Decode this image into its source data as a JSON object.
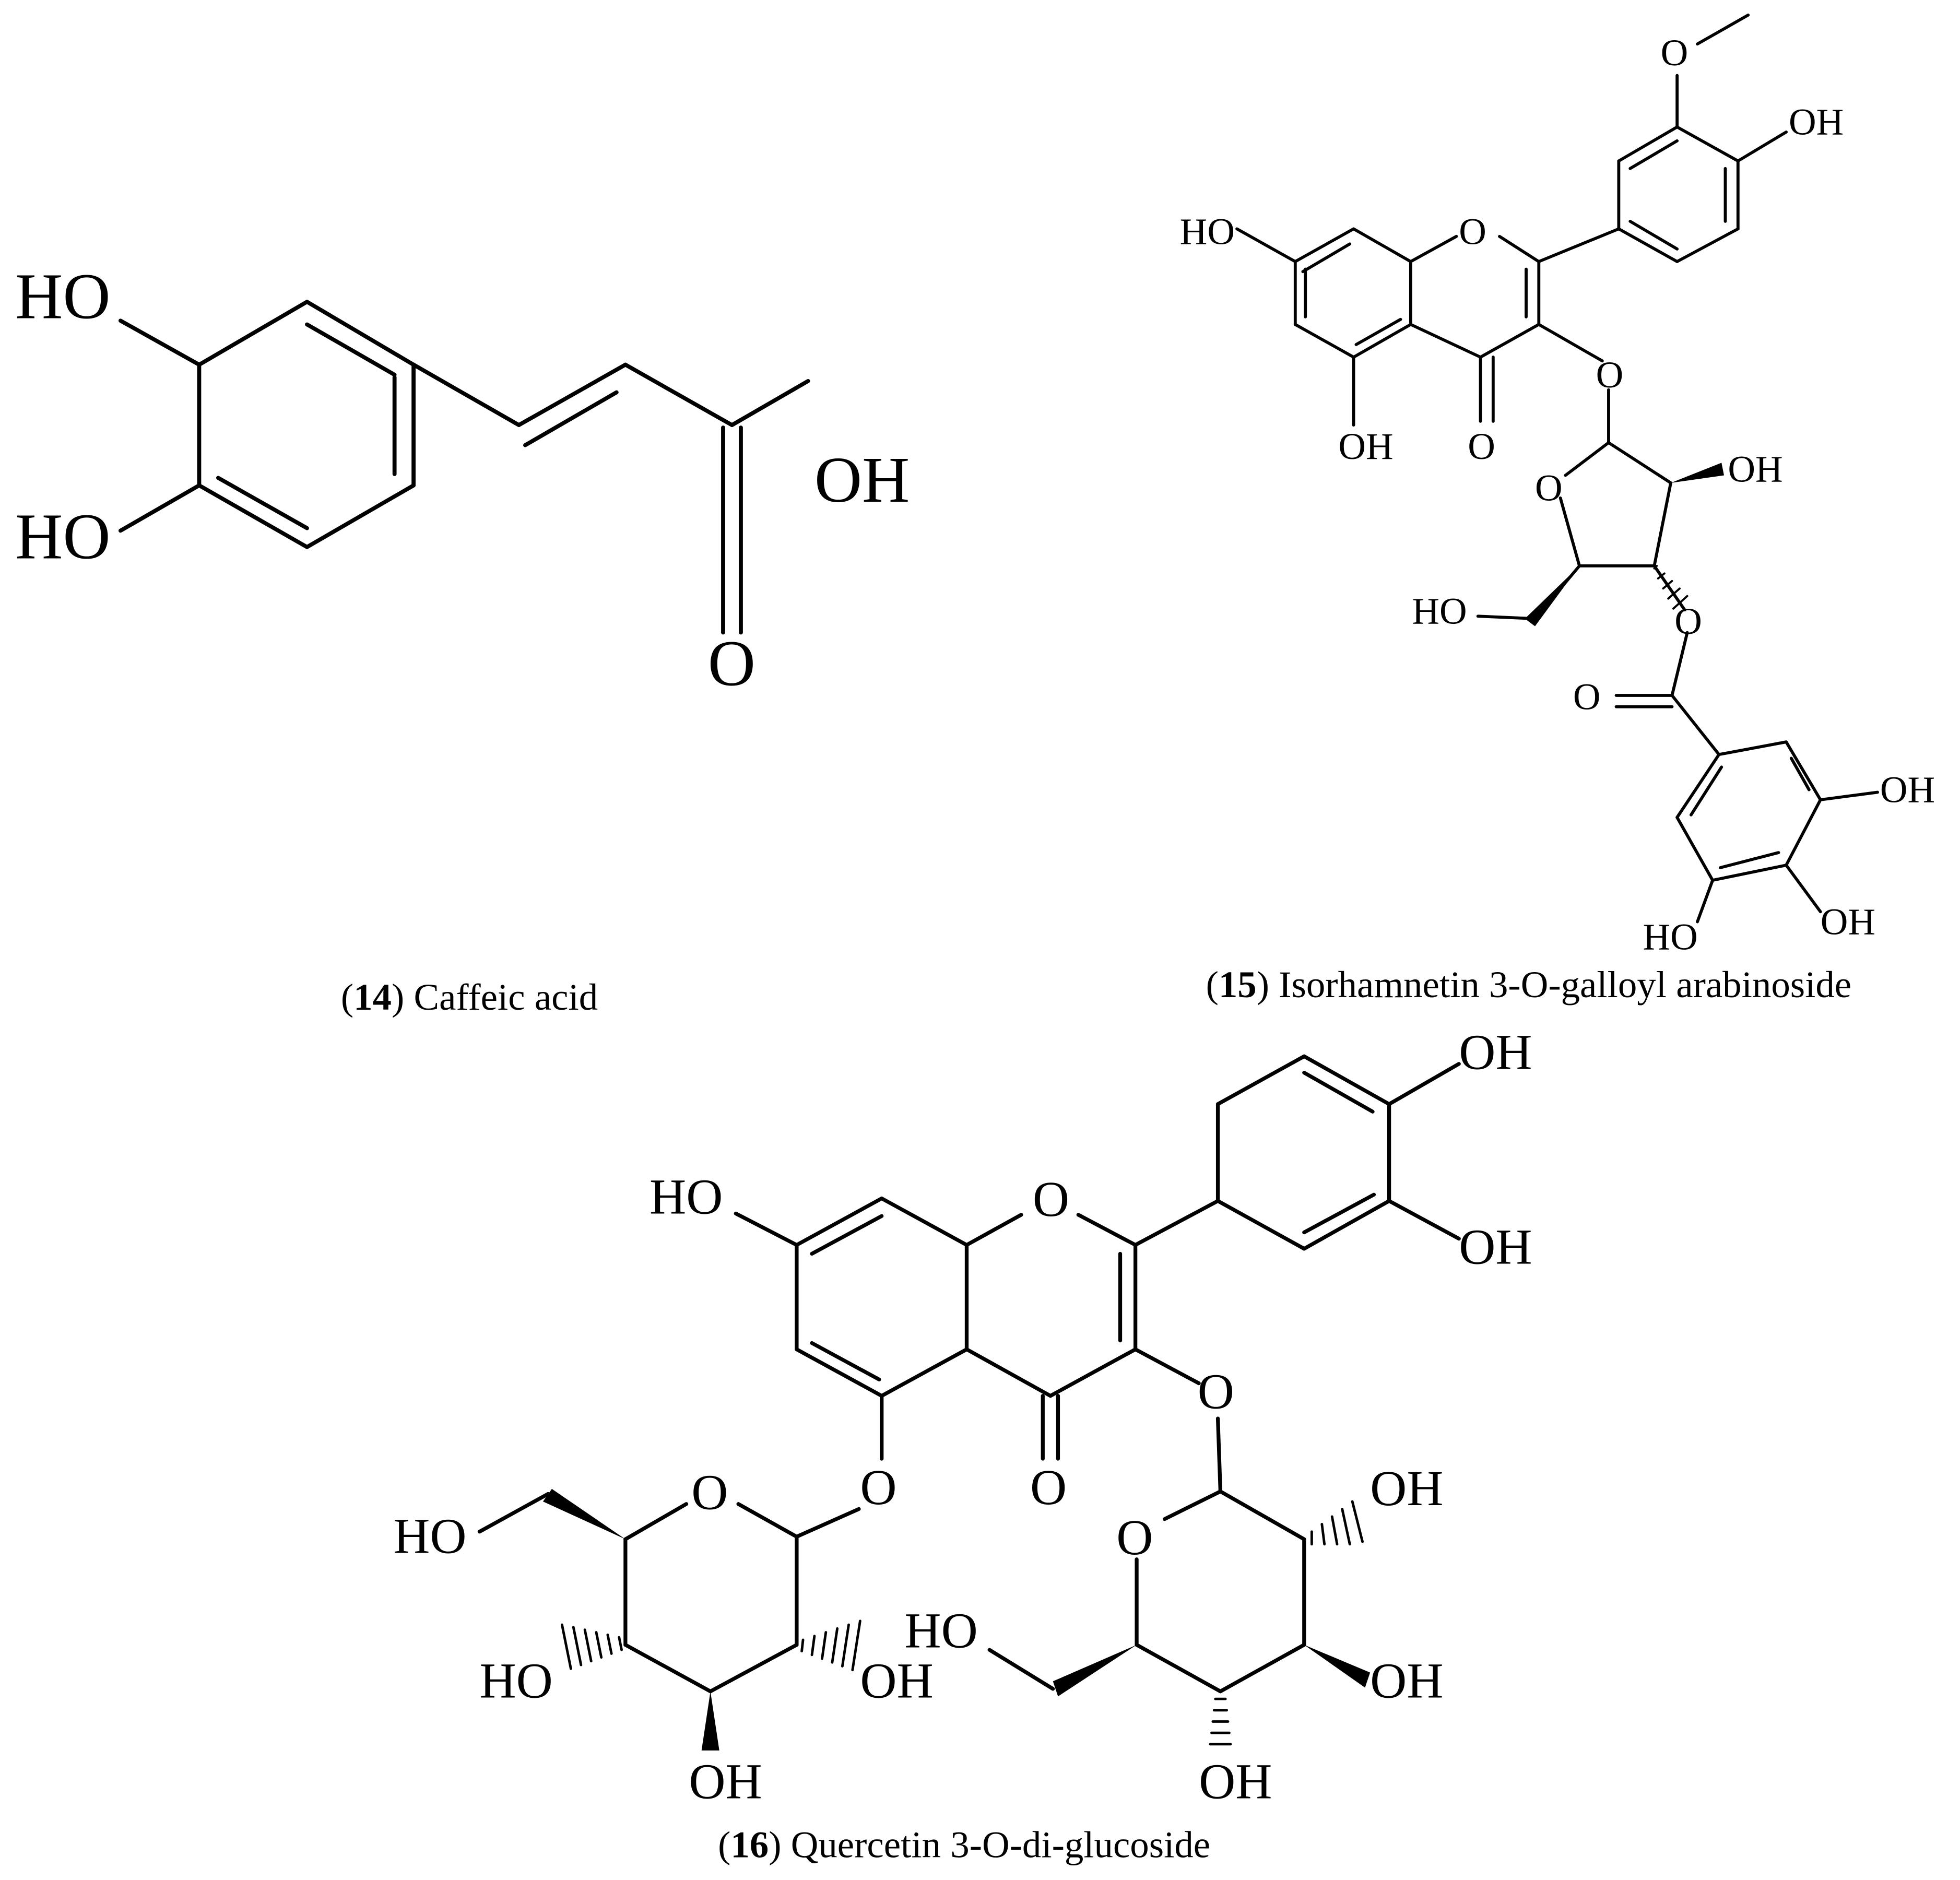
{
  "figure": {
    "molecules": [
      {
        "id": "caffeic-acid",
        "number": "14",
        "name": "Caffeic acid",
        "labels": {
          "ho_top": "HO",
          "ho_bottom": "HO",
          "oh_acid": "OH",
          "o_carbonyl": "O"
        }
      },
      {
        "id": "isorhamnetin",
        "number": "15",
        "name": "Isorhamnetin 3-O-galloyl arabinoside",
        "labels": {
          "o_methoxy": "O",
          "oh_b4": "OH",
          "ho_7": "HO",
          "o_ring": "O",
          "o_3link": "O",
          "oh_5": "OH",
          "o_carbonyl4": "O",
          "o_furanose": "O",
          "oh_sugar": "OH",
          "ho_ch2": "HO",
          "o_ester": "O",
          "o_ester_carbonyl": "O",
          "oh_gal_m": "OH",
          "oh_gal_p": "OH",
          "ho_gal": "HO"
        }
      },
      {
        "id": "quercetin",
        "number": "16",
        "name": "Quercetin 3-O-di-glucoside",
        "labels": {
          "oh_b4": "OH",
          "oh_b3": "OH",
          "ho_7": "HO",
          "o_ring": "O",
          "o_3link": "O",
          "o_5link": "O",
          "o_carbonyl4": "O",
          "ho_ch2_left": "HO",
          "o_pyranose_left": "O",
          "ho_left_c4": "HO",
          "oh_left_c2": "OH",
          "oh_left_c3": "OH",
          "o_pyranose_right": "O",
          "oh_right_c2": "OH",
          "ho_ch2_right": "HO",
          "oh_right_c3": "OH",
          "oh_right_c4": "OH"
        }
      }
    ]
  }
}
